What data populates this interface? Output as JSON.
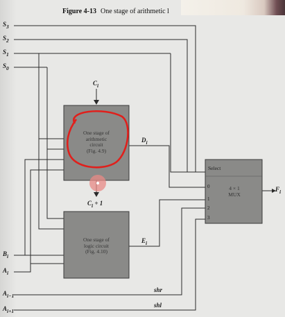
{
  "caption": {
    "figure_number": "Figure 4-13",
    "title": "One stage of arithmetic l"
  },
  "inputs": {
    "s3": "S",
    "s3_sub": "3",
    "s2": "S",
    "s2_sub": "2",
    "s1": "S",
    "s1_sub": "1",
    "s0": "S",
    "s0_sub": "0",
    "bi": "B",
    "bi_sub": "i",
    "ai": "A",
    "ai_sub": "i",
    "ai_minus": "A",
    "ai_minus_sub": "i−1",
    "ai_plus": "A",
    "ai_plus_sub": "i+1"
  },
  "arith_box": {
    "line1": "One stage of",
    "line2": "arithmetic",
    "line3": "circuit",
    "line4": "(Fig. 4.9)"
  },
  "logic_box": {
    "line1": "One stage of",
    "line2": "logic circuit",
    "line3": "(Fig. 4.10)"
  },
  "signals": {
    "ci": "C",
    "ci_sub": "i",
    "ci_plus": "C",
    "ci_plus_sub": "i",
    "ci_plus_tail": " + 1",
    "di": "D",
    "di_sub": "i",
    "ei": "E",
    "ei_sub": "i",
    "shr": "shr",
    "shl": "shl",
    "fi": "F",
    "fi_sub": "i"
  },
  "mux": {
    "select": "Select",
    "name_line1": "4 × 1",
    "name_line2": "MUX",
    "in0": "0",
    "in1": "1",
    "in2": "2",
    "in3": "3"
  },
  "colors": {
    "box_fill": "#8a8a88",
    "wire": "#2a2a2a",
    "annotation_red": "#e0201c",
    "cursor_glow": "#e88a86"
  }
}
